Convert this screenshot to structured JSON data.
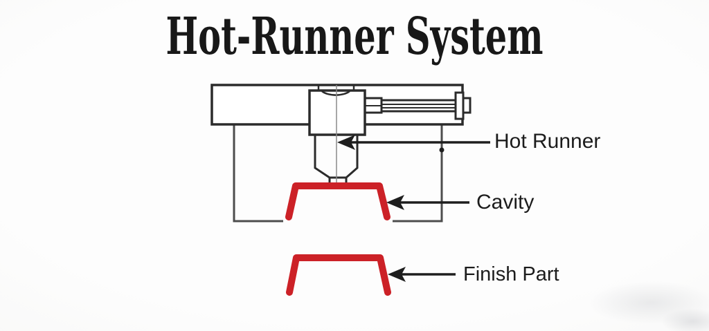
{
  "title": "Hot-Runner System",
  "labels": {
    "hot_runner": "Hot Runner",
    "cavity": "Cavity",
    "finish_part": "Finish Part"
  },
  "colors": {
    "outline": "#2b2b2b",
    "mold_outline": "#4d4d4d",
    "part_red": "#cc2127",
    "leader_line": "#1e1e1e",
    "label_text": "#1c1c1c",
    "background": "#fcfcfc"
  }
}
